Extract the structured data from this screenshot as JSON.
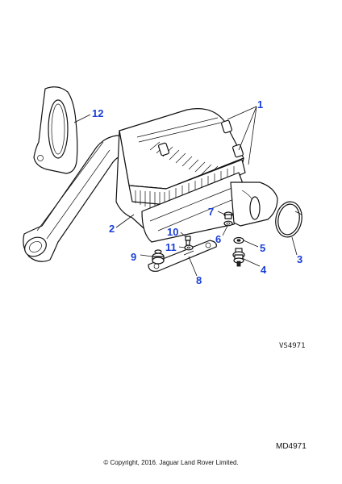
{
  "diagram": {
    "callouts": [
      {
        "id": "1",
        "label": "1"
      },
      {
        "id": "2",
        "label": "2"
      },
      {
        "id": "3",
        "label": "3"
      },
      {
        "id": "4",
        "label": "4"
      },
      {
        "id": "5",
        "label": "5"
      },
      {
        "id": "6",
        "label": "6"
      },
      {
        "id": "7",
        "label": "7"
      },
      {
        "id": "8",
        "label": "8"
      },
      {
        "id": "9",
        "label": "9"
      },
      {
        "id": "10",
        "label": "10"
      },
      {
        "id": "11",
        "label": "11"
      },
      {
        "id": "12",
        "label": "12"
      }
    ],
    "callout_color": "#1a3fd6",
    "line_color": "#111111"
  },
  "ref_code": "VS4971",
  "md_code": "MD4971",
  "copyright": "© Copyright, 2016. Jaguar Land Rover Limited."
}
